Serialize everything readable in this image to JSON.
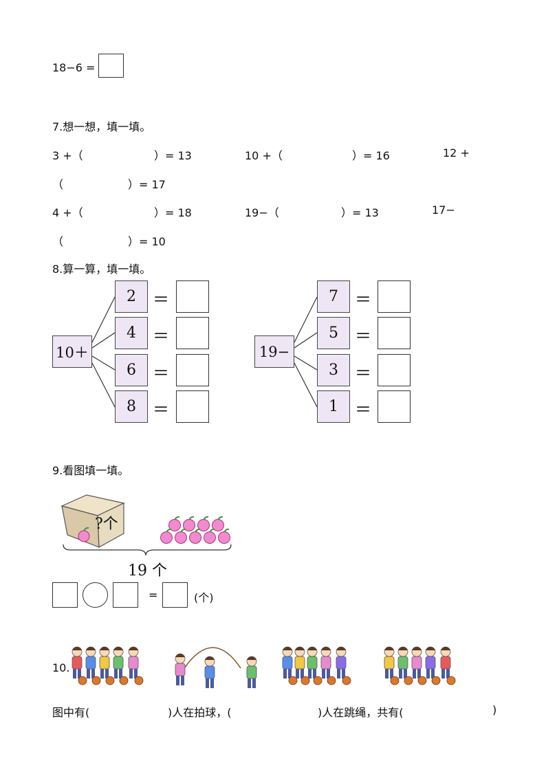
{
  "top_equation": {
    "expr": "18−6 ="
  },
  "q7": {
    "title": "7.想一想，填一填。",
    "line1": {
      "a": "3 +（",
      "a_end": "）= 13",
      "b": "10 +（",
      "b_end": "）= 16",
      "c": "12 +"
    },
    "line2": {
      "a": "（",
      "a_end": "）= 17"
    },
    "line3": {
      "a": "4 +（",
      "a_end": "）= 18",
      "b": "19−（",
      "b_end": "）= 13",
      "c": "17−"
    },
    "line4": {
      "a": "（",
      "a_end": "）= 10"
    }
  },
  "q8": {
    "title": "8.算一算，填一填。",
    "left_root": "10＋",
    "left_items": [
      "2",
      "4",
      "6",
      "8"
    ],
    "right_root": "19−",
    "right_items": [
      "7",
      "5",
      "3",
      "1"
    ],
    "equals": "＝"
  },
  "q9": {
    "title": "9.看图填一填。",
    "box_label": "?个",
    "total_label": "19 个",
    "equals": "=",
    "unit": "(个)"
  },
  "q10": {
    "number": "10.",
    "sentence": {
      "p1": "图中有(",
      "p2": ")人在拍球，(",
      "p3": ")人在跳绳，共有(",
      "p4": ")"
    }
  },
  "colors": {
    "box_fill": "#efe6f5",
    "apple": "#f08bd0",
    "leaf": "#3a9a3a",
    "carton": "#d9c9a8"
  }
}
